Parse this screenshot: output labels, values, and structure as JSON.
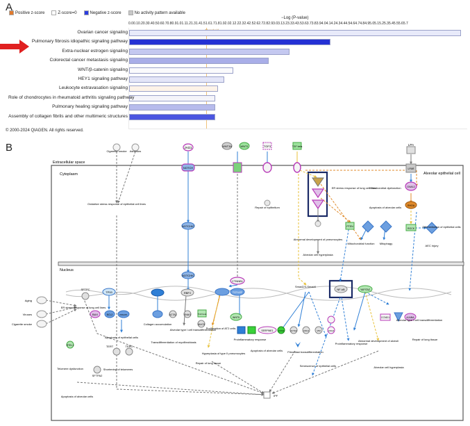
{
  "panel_a": {
    "letter": "A",
    "legend": [
      {
        "label": "Positive z-score",
        "color": "#e07a2e"
      },
      {
        "label": "Z-score=0",
        "color": "#ffffff"
      },
      {
        "label": "Negative z-score",
        "color": "#2b3de0"
      },
      {
        "label": "No activity pattern available",
        "color": "#c8c8c8"
      }
    ],
    "axis_title": "−Log (P-value)",
    "axis_ticks": "0.00.10.20.30.40.50.60.70.80.91.01.11.21.31.41.51.61.71.81.92.02.12.22.32.42.52.62.72.82.93.03.13.23.33.43.53.63.73.83.94.04.14.24.34.44.54.64.74.84.95.05.15.25.35.45.55.65.7",
    "threshold_label": "Threshold",
    "threshold": 1.3,
    "xmax": 5.7,
    "arrow_color": "#e02020",
    "copyright": "© 2000-2024 QIAGEN. All rights reserved.",
    "pathways": [
      {
        "label": "Ovarian cancer signaling",
        "value": 5.6,
        "color": "#e8eafa"
      },
      {
        "label": "Pulmonary fibrosis idiopathic signaling pathway",
        "value": 3.4,
        "color": "#2431d4"
      },
      {
        "label": "Extra-nuclear estrogen signaling",
        "value": 2.7,
        "color": "#c4c8f0"
      },
      {
        "label": "Colorectal cancer metastasis signaling",
        "value": 2.35,
        "color": "#a9aee8"
      },
      {
        "label": "WNT/β-catenin signaling",
        "value": 1.75,
        "color": "#fafafc"
      },
      {
        "label": "HEY1 signaling pathway",
        "value": 1.6,
        "color": "#e4e6f8"
      },
      {
        "label": "Leukocyte extravasation signaling",
        "value": 1.5,
        "color": "#fdf3e8"
      },
      {
        "label": "Role of chondrocytes in rheumatoid arthritis signaling pathway",
        "value": 1.45,
        "color": "#f4f4fa"
      },
      {
        "label": "Pulmonary healing signaling pathway",
        "value": 1.45,
        "color": "#b7bbec"
      },
      {
        "label": "Assembly of collagen fibrils and other multimeric structures",
        "value": 1.45,
        "color": "#4b56e0"
      }
    ]
  },
  "panel_b": {
    "letter": "B",
    "regions": {
      "extracellular": "Extracellular space",
      "cytoplasm": "Cytoplasm",
      "alveolar": "Alveolar epithelial cell",
      "nucleus": "Nucleus"
    },
    "molecules": {
      "jag1": "JAG1",
      "wnt3a": "WNT3A",
      "wnt1": "WNT1",
      "tgf3": "TGF3",
      "tgfbeta": "TGF beta",
      "lpa": "LPA",
      "lpar": "LPAR",
      "notch": "NOTCH",
      "notchic_cyto": "NOTCHIC",
      "notchic_nuc": "NOTCHIC",
      "gna12": "GNA12",
      "rhoa": "RHOA",
      "rock": "ROCK",
      "ctnnb1": "CTNNB1",
      "nfkb": "NF-kB",
      "tp53": "TP53",
      "rbpj": "RBPJ",
      "bax": "BAX",
      "bcl2": "BCL2",
      "pmaip1": "PMAIP1",
      "hes": "HES",
      "acta2": "ACTA2",
      "snai1": "SNAI1",
      "tgfbeta2": "TGF beta",
      "muc5": "MUC5",
      "sftpc": "SFTPC",
      "sftpa2": "SFTPA2",
      "tert": "TERT",
      "terc": "TERC",
      "rtel1": "RTEL1",
      "wnt5": "WNT5",
      "tcf": "TCF/LEF",
      "serpine1": "SERPINE1",
      "ccn2": "CCN2",
      "acta2b": "ACTA2",
      "cdh1": "CDH1",
      "vim": "VIM",
      "cdh2": "CDH2",
      "yaptaz": "YAP/TAZ",
      "ccnd1": "CCND1",
      "ajuba": "AJUBA",
      "ptk2": "PTEN",
      "smad": "Smad2/3-Smad4"
    },
    "processes": {
      "cigarette1": "Cigarette smoke",
      "asbestos": "Asbestos",
      "oxidative": "Oxidative stress response of epithelial cell lines",
      "repair_epith": "Repair of epithelium",
      "er_stress_cyto": "ER stress response of lung cell lines",
      "mito": "Mitochondrial dysfunction",
      "apop_alv": "Apoptosis of alveolar cells",
      "mito_fn": "Mitochondrial function",
      "mitophagy": "Mitophagy",
      "differentiation": "Differentiation of epithelial cells",
      "aec_injury": "AEC injury",
      "abnormal_dev": "Abnormal development of pneumocytes",
      "alv_hyper1": "Alveolar cell hyperplasia",
      "aging": "Aging",
      "viruses": "Viruses",
      "cigarette2": "Cigarette smoke",
      "er_stress_nuc": "ER stress response of lung cell lines",
      "apop_epith": "Apoptosis of epithelial cells",
      "collagen": "Collagen accumulation",
      "transdiff": "Transdifferentiation of myofibroblasts",
      "alv_transdiff": "Alveolar type I cell transdifferentiation",
      "prolif_at2": "Proliferation of AT2 cells",
      "hyperplasia": "Hyperplasia of type II pneumocytes",
      "repair_lung": "Repair of lung tissue",
      "proinflammatory": "Proinflammatory response",
      "apop_alv2": "Apoptosis of alveolar cells",
      "fibroblast": "Fibroblast transdifferentiation",
      "proinf2": "Proinflammatory response",
      "senescence": "Senescence of epithelial cells",
      "telomere": "Telomere dysfunction",
      "shortening": "Shortening of telomeres",
      "apop_alv3": "Apoptosis of alveolar cells",
      "alv_transdiff2": "Alveolar type I cell transdifferentiation",
      "abnormal_dev2": "Abnormal development of alveoli",
      "repair_lung2": "Repair of lung tissue",
      "alv_hyper2": "Alveolar cell hyperplasia",
      "ipf": "IPF"
    }
  }
}
